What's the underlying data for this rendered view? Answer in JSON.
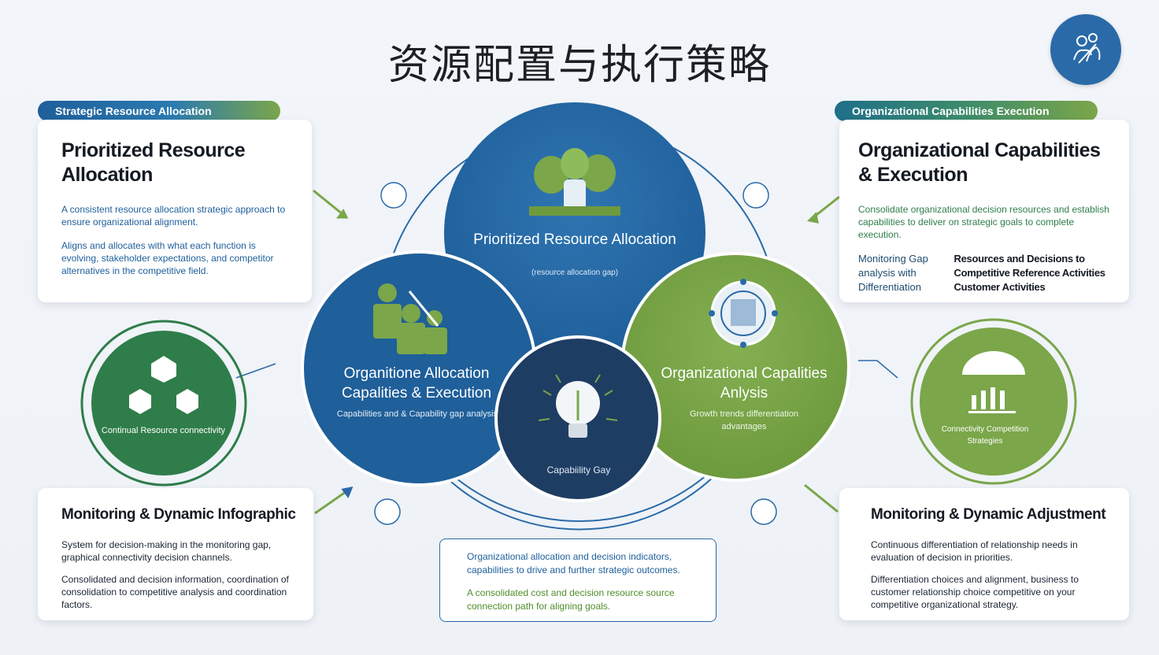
{
  "header": {
    "title": "资源配置与执行策略"
  },
  "tags": {
    "left": "Strategic Resource Allocation",
    "right": "Organizational Capabilities Execution"
  },
  "top_left_card": {
    "title": "Prioritized Resource Allocation",
    "para1": "A consistent resource allocation strategic approach to ensure organizational alignment.",
    "para2": "Aligns and allocates with what each function is evolving, stakeholder expectations, and competitor alternatives in the competitive field."
  },
  "top_right_card": {
    "title": "Organizational Capabilities & Execution",
    "para1": "Consolidate organizational decision resources and establish capabilities to deliver on strategic goals to complete execution.",
    "col_a": "Monitoring Gap analysis with Differentiation",
    "col_b": "Resources and Decisions to Competitive Reference Activities Customer Activities"
  },
  "bottom_left_card": {
    "title": "Monitoring & Dynamic Infographic",
    "para1": "System for decision-making in the monitoring gap, graphical connectivity decision channels.",
    "para2": "Consolidated and decision information, coordination of consolidation to competitive analysis and coordination factors."
  },
  "bottom_right_card": {
    "title": "Monitoring & Dynamic Adjustment",
    "para1": "Continuous differentiation of relationship needs in evaluation of decision in priorities.",
    "para2": "Differentiation choices and alignment, business to customer relationship choice competitive on your competitive organizational strategy."
  },
  "bottom_center_card": {
    "para1": "Organizational allocation and decision indicators, capabilities to drive and further strategic outcomes.",
    "para2": "A consolidated cost and decision resource source connection path for aligning goals."
  },
  "circles": {
    "top_title": "Prioritized Resource Allocation",
    "top_sub": "(resource allocation gap)",
    "left_title": "Organitione Allocation Capalities & Execution",
    "left_sub": "Capabilities and & Capability gap analysis",
    "right_title": "Organizational Capalities Anlysis",
    "right_sub": "Growth trends differentiation advantages",
    "center_label": "Capabiility Gay"
  },
  "side_left": {
    "text": "Continual Resource connectivity"
  },
  "side_right": {
    "text": "Connectivity Competition Strategies"
  },
  "colors": {
    "primary_blue": "#2a6aa8",
    "dark_navy": "#1f3f66",
    "green": "#7ba64a",
    "dark_green": "#2f7d4a"
  },
  "icons": {
    "logo": "people-network-icon",
    "top_circle": "tree-hand-icon",
    "left_circle": "team-pointer-icon",
    "right_circle": "target-chart-icon",
    "center_circle": "lightbulb-icon",
    "side_left": "cube-network-icon",
    "side_right": "growth-bars-icon"
  }
}
